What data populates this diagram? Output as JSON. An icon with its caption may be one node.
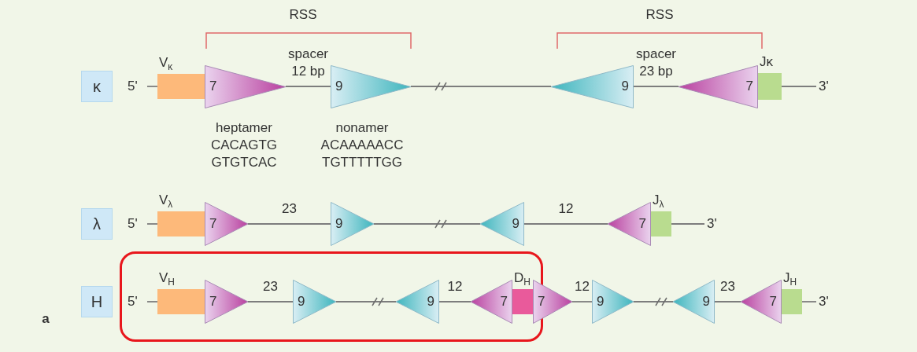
{
  "diagram": {
    "nodes": [
      {
        "text": [
          "κ"
        ]
      },
      {
        "text": [
          "5'"
        ]
      },
      {
        "text": [
          "V$_{κ}$"
        ]
      },
      {
        "text": [
          "7"
        ],
        "beside": [
          "heptamer CACAGTG GTGTCAC"
        ]
      },
      {
        "text": [
          "9"
        ],
        "beside": [
          "nonamer ACAAAAACC TGTTTTTGG"
        ]
      },
      {
        "text": [
          "9"
        ]
      },
      {
        "text": [
          "7"
        ]
      },
      {
        "text": [
          "Jκ"
        ]
      },
      {
        "text": [
          "3'"
        ]
      },
      {
        "text": [
          "λ"
        ]
      },
      {
        "text": [
          "5'"
        ]
      },
      {
        "text": [
          "V$_{λ}$"
        ]
      },
      {
        "text": [
          "7"
        ]
      },
      {
        "text": [
          "9"
        ]
      },
      {
        "text": [
          "9"
        ]
      },
      {
        "text": [
          "7"
        ]
      },
      {
        "text": [
          "J$_{λ}$"
        ]
      },
      {
        "text": [
          "3'"
        ]
      },
      {
        "text": [
          "H"
        ]
      },
      {
        "text": [],
        "shape": "box"
      },
      {
        "text": [
          "5'"
        ],
        "in": 19
      },
      {
        "text": [
          "V$_{H}$"
        ],
        "in": 19
      },
      {
        "text": [
          "7"
        ],
        "in": 19
      },
      {
        "text": [
          "9"
        ],
        "in": 19
      },
      {
        "text": [
          "9"
        ],
        "in": 19
      },
      {
        "text": [
          "7"
        ],
        "in": 19
      },
      {
        "text": [
          "D$_{H}$"
        ],
        "in": 19
      },
      {
        "text": [
          "7"
        ]
      },
      {
        "text": [
          "9"
        ]
      },
      {
        "text": [
          "9"
        ]
      },
      {
        "text": [
          "7"
        ]
      },
      {
        "text": [
          "J$_{H}$"
        ]
      },
      {
        "text": [
          "3'"
        ]
      }
    ],
    "edges": [
      {
        "from": 1,
        "to": 2,
        "arrow": "none"
      },
      {
        "from": 3,
        "to": 4,
        "arrow": "none",
        "label": "spacer 12 bp"
      },
      {
        "from": 4,
        "to": 5,
        "arrow": "none"
      },
      {
        "from": 5,
        "to": 6,
        "arrow": "none",
        "label": "spacer 23 bp"
      },
      {
        "from": 7,
        "to": 8,
        "arrow": "none"
      },
      {
        "from": 10,
        "to": 11,
        "arrow": "none"
      },
      {
        "from": 12,
        "to": 13,
        "arrow": "none",
        "label": "23"
      },
      {
        "from": 13,
        "to": 14,
        "arrow": "none"
      },
      {
        "from": 14,
        "to": 15,
        "arrow": "none",
        "label": "12"
      },
      {
        "from": 16,
        "to": 17,
        "arrow": "none"
      },
      {
        "from": 20,
        "to": 21,
        "arrow": "none"
      },
      {
        "from": 22,
        "to": 23,
        "arrow": "none",
        "label": "23"
      },
      {
        "from": 23,
        "to": 24,
        "arrow": "none"
      },
      {
        "from": 24,
        "to": 25,
        "arrow": "none",
        "label": "12"
      },
      {
        "from": 27,
        "to": 28,
        "arrow": "none",
        "label": "12"
      },
      {
        "from": 28,
        "to": 29,
        "arrow": "none"
      },
      {
        "from": 29,
        "to": 30,
        "arrow": "none",
        "label": "23"
      },
      {
        "from": 31,
        "to": 32,
        "arrow": "none"
      }
    ],
    "labels": [
      "RSS",
      "RSS",
      "a"
    ]
  }
}
